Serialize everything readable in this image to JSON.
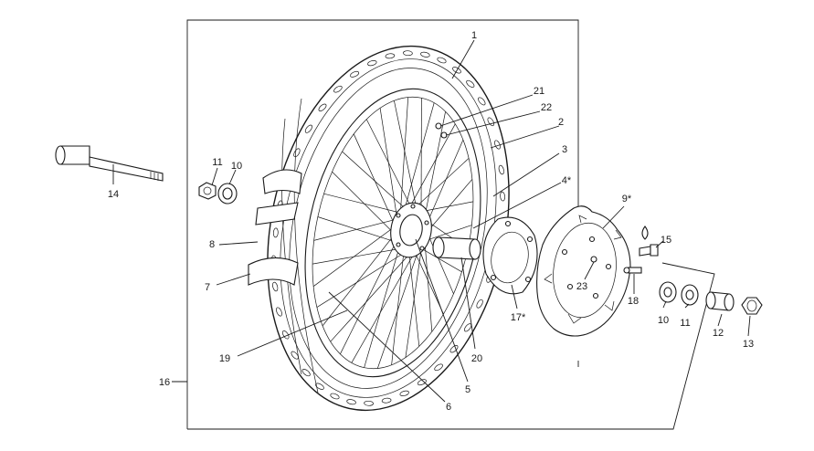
{
  "diagram": {
    "callouts": {
      "c1": "1",
      "c2": "2",
      "c3": "3",
      "c4": "4*",
      "c5": "5",
      "c6": "6",
      "c7": "7",
      "c8": "8",
      "c9": "9*",
      "c10a": "10",
      "c10b": "10",
      "c11a": "11",
      "c11b": "11",
      "c12": "12",
      "c13": "13",
      "c14": "14",
      "c15": "15",
      "c16": "16",
      "c17": "17*",
      "c18": "18",
      "c19": "19",
      "c20": "20",
      "c21": "21",
      "c22": "22",
      "c23": "23"
    }
  }
}
